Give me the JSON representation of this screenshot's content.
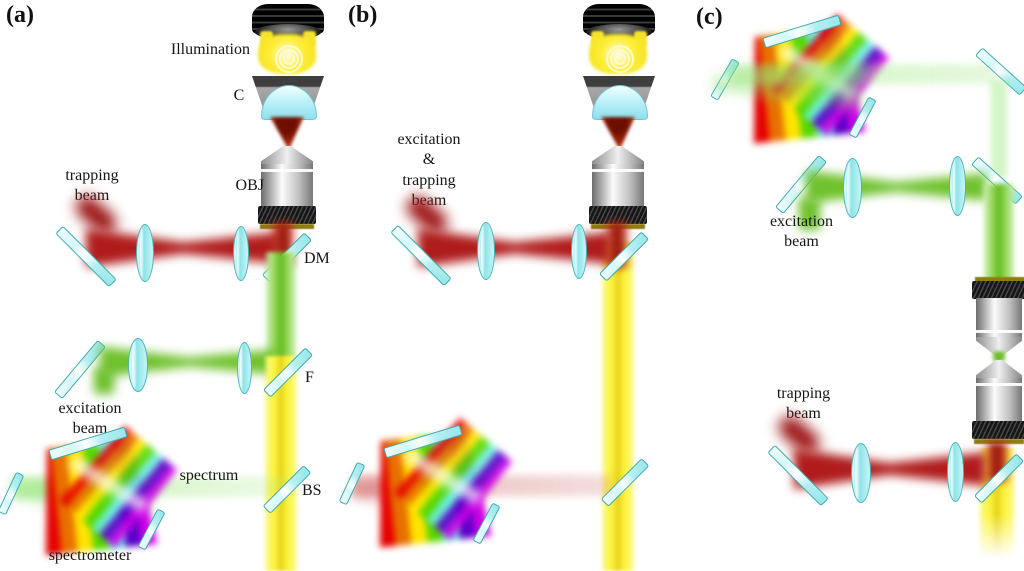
{
  "figure": {
    "kind": "optical trapping & spectroscopy setup diagram",
    "background": "#ffffff"
  },
  "panels": {
    "a": {
      "tag": "(a)",
      "illumination": "Illumination",
      "condenser": "C",
      "objective": "OBJ",
      "trapping_beam": "trapping\nbeam",
      "dichroic_mirror": "DM",
      "excitation_beam": "excitation\nbeam",
      "filter": "F",
      "spectrum": "spectrum",
      "beam_splitter": "BS",
      "spectrometer": "spectrometer"
    },
    "b": {
      "tag": "(b)",
      "combined_beam": "excitation\n&\ntrapping\nbeam"
    },
    "c": {
      "tag": "(c)",
      "excitation_beam": "excitation\nbeam",
      "trapping_beam": "trapping\nbeam"
    }
  },
  "colors": {
    "trapping_beam_red": "#b01c1c",
    "excitation_beam_green": "#6fc12d",
    "illumination_yellow": "#fdf43a",
    "optics_cyan": "#bdeff2",
    "spectrum_rainbow": [
      "#e60000",
      "#e87000",
      "#ffe400",
      "#56d800",
      "#6ceee0",
      "#5a00c8",
      "#cf00e6"
    ]
  }
}
